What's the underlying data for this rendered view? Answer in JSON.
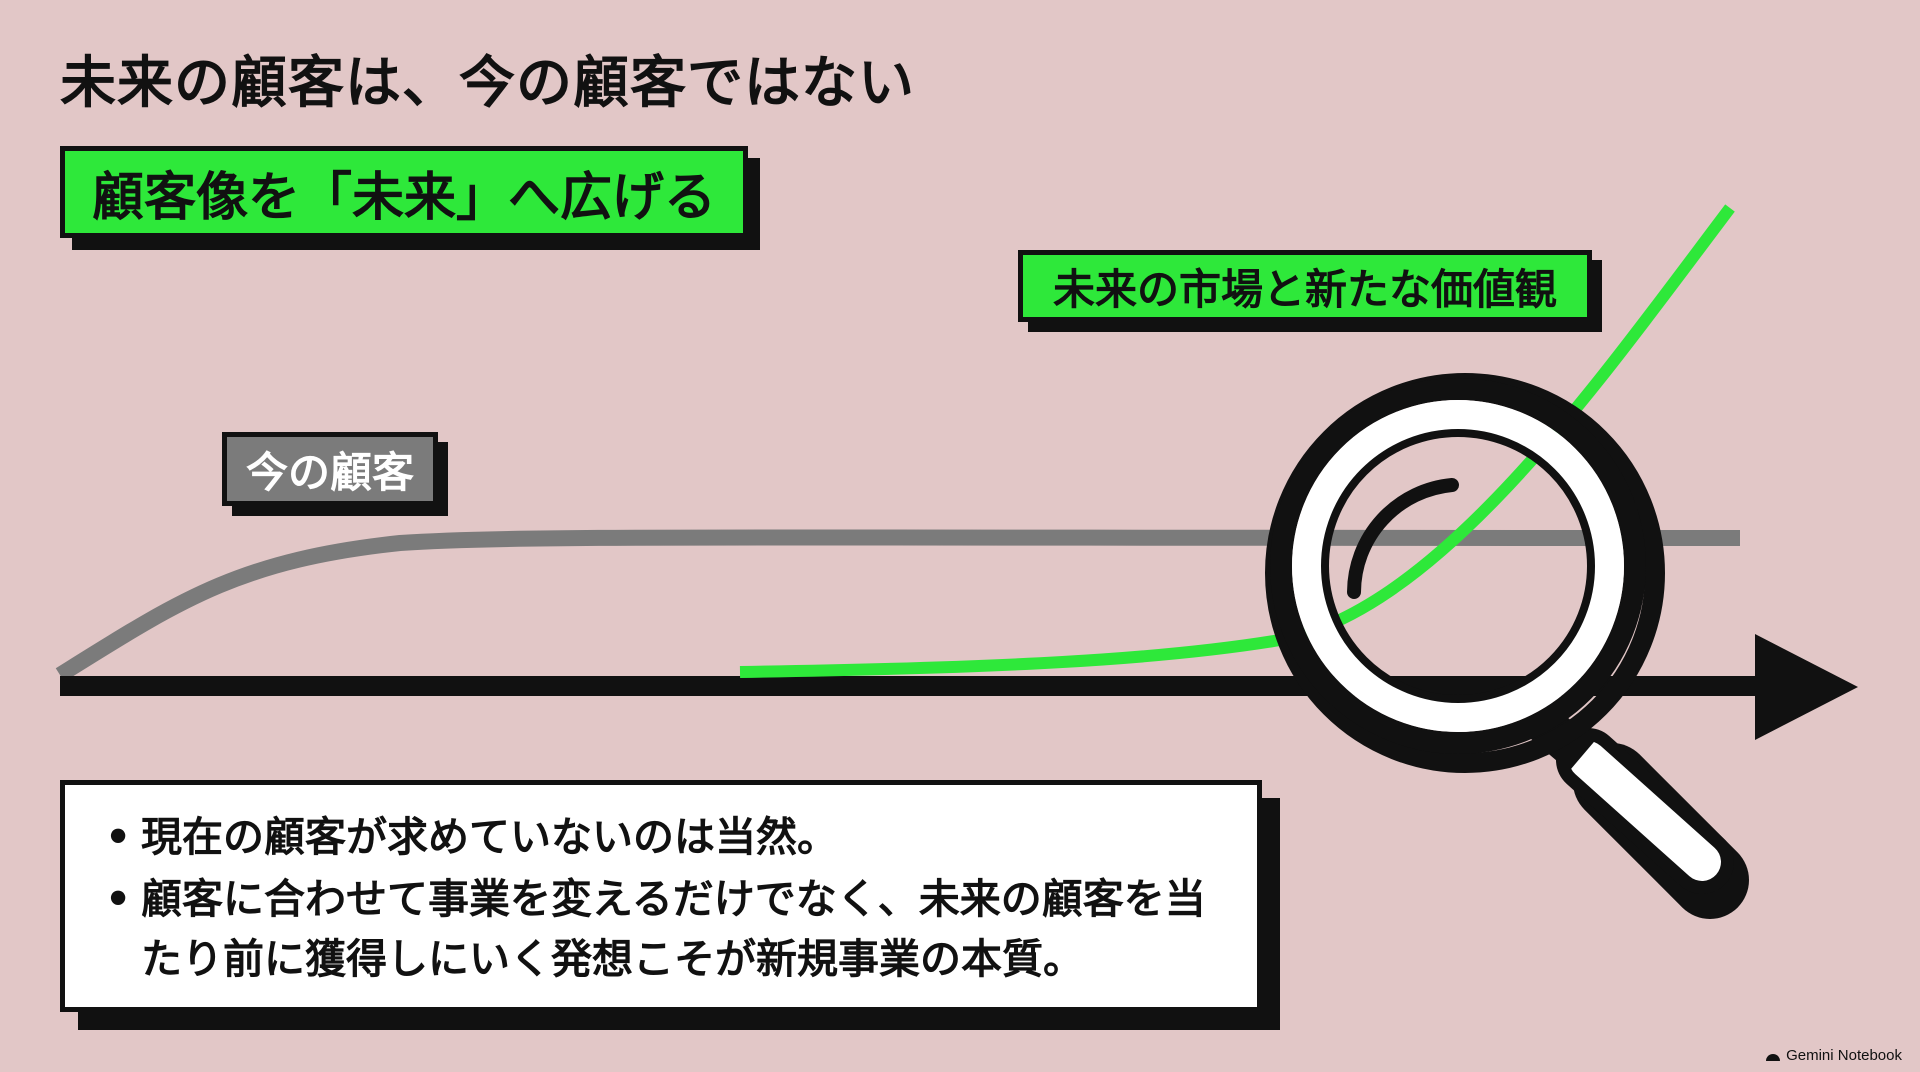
{
  "title": "未来の顧客は、今の顧客ではない",
  "subtitle": "顧客像を「未来」へ広げる",
  "labels": {
    "future": "未来の市場と新たな価値観",
    "current": "今の顧客"
  },
  "bullets": [
    "現在の顧客が求めていないのは当然。",
    "顧客に合わせて事業を変えるだけでなく、未来の顧客を当たり前に獲得しにいく発想こそが新規事業の本質。"
  ],
  "bullet_marker": "•",
  "branding": "Gemini Notebook",
  "colors": {
    "background": "#e2c7c7",
    "accent_green": "#2ee83a",
    "current_gray": "#7b7b7b",
    "ink": "#111111"
  },
  "icons": {
    "magnifier": "magnifying-glass-icon",
    "axis_arrow": "arrow-right-icon"
  }
}
